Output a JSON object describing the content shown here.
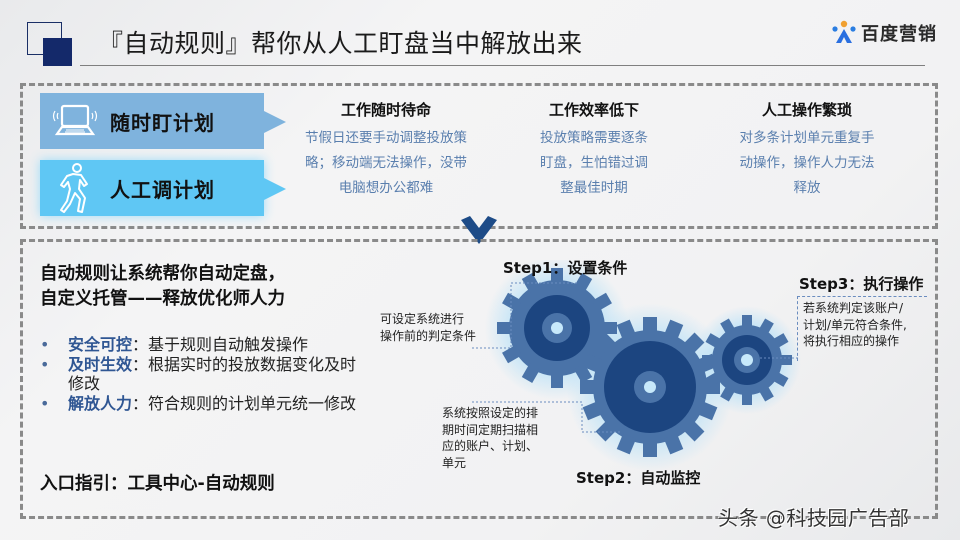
{
  "header": {
    "title": "『自动规则』帮你从人工盯盘当中解放出来",
    "logo_text": "百度营销"
  },
  "plans": [
    {
      "icon": "laptop-icon",
      "label": "随时盯计划"
    },
    {
      "icon": "walking-person-icon",
      "label": "人工调计划"
    }
  ],
  "pain_points": [
    {
      "title": "工作随时待命",
      "lines": [
        "节假日还要手动调整投放策",
        "略；移动端无法操作，没带",
        "电脑想办公都难"
      ]
    },
    {
      "title": "工作效率低下",
      "lines": [
        "投放策略需要逐条",
        "盯盘，生怕错过调",
        "整最佳时期"
      ]
    },
    {
      "title": "人工操作繁琐",
      "lines": [
        "对多条计划单元重复手",
        "动操作，操作人力无法",
        "释放"
      ]
    }
  ],
  "solution": {
    "headline_line1": "自动规则让系统帮你自动定盘，",
    "headline_line2": "自定义托管——释放优化师人力",
    "bullets": [
      {
        "key": "安全可控",
        "sep": "：",
        "text": "基于规则自动触发操作"
      },
      {
        "key": "及时生效",
        "sep": "：",
        "text": "根据实时的投放数据变化及时修改"
      },
      {
        "key": "解放人力",
        "sep": "：",
        "text": "符合规则的计划单元统一修改"
      }
    ],
    "entry": "入口指引：工具中心-自动规则"
  },
  "steps": [
    {
      "label": "Step1：设置条件",
      "note": [
        "可设定系统进行",
        "操作前的判定条件"
      ]
    },
    {
      "label": "Step2：自动监控",
      "note": [
        "系统按照设定的排",
        "期时间定期扫描相",
        "应的账户、计划、",
        "单元"
      ]
    },
    {
      "label": "Step3：执行操作",
      "note": [
        "若系统判定该账户/",
        "计划/单元符合条件,",
        "将执行相应的操作"
      ]
    }
  ],
  "watermark": "头条 @科技园广告部",
  "colors": {
    "accent_navy": "#14296a",
    "gear_outer": "#4a73a8",
    "gear_inner": "#1c4580",
    "plan1_bg": "#7fb3dd",
    "plan2_bg": "#5fc7f4",
    "body_blue_text": "#5a7fae"
  }
}
